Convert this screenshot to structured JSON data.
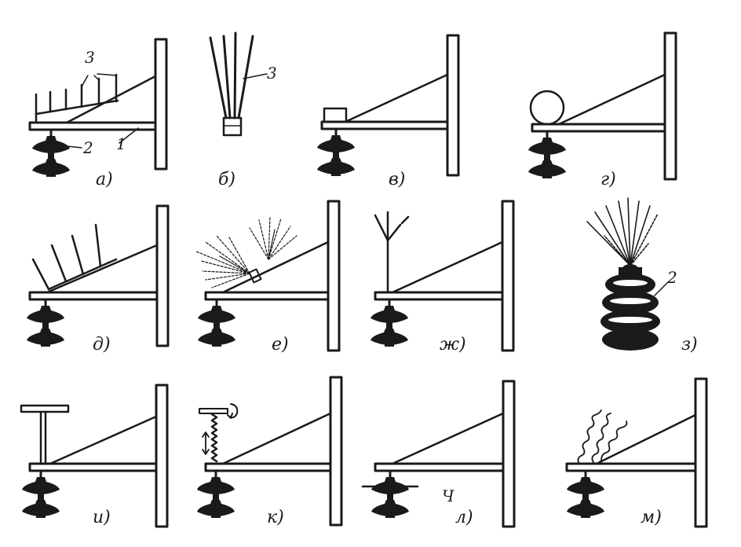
{
  "panels": [
    {
      "id": "a",
      "label": "а)",
      "numbers": [
        "3",
        "2",
        "1"
      ]
    },
    {
      "id": "b",
      "label": "б)",
      "numbers": [
        "3"
      ]
    },
    {
      "id": "v",
      "label": "в)"
    },
    {
      "id": "g",
      "label": "г)"
    },
    {
      "id": "d",
      "label": "д)"
    },
    {
      "id": "e",
      "label": "е)"
    },
    {
      "id": "zh",
      "label": "ж)"
    },
    {
      "id": "z",
      "label": "з)",
      "numbers": [
        "2"
      ]
    },
    {
      "id": "i",
      "label": "и)"
    },
    {
      "id": "k",
      "label": "к)"
    },
    {
      "id": "l",
      "label": "л)",
      "numbers": [
        "Ч"
      ]
    },
    {
      "id": "m",
      "label": "м)"
    }
  ]
}
